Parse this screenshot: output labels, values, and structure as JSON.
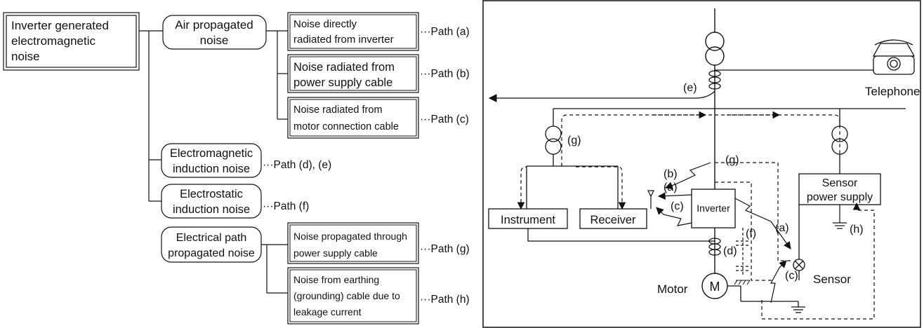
{
  "tree": {
    "root": [
      "Inverter generated",
      "electromagnetic",
      "noise"
    ],
    "categories": {
      "air": [
        "Air propagated",
        "noise"
      ],
      "em": [
        "Electromagnetic",
        "induction noise"
      ],
      "es": [
        "Electrostatic",
        "induction noise"
      ],
      "elec": [
        "Electrical path",
        "propagated noise"
      ]
    },
    "leaves": {
      "a": [
        "Noise directly",
        "radiated from inverter"
      ],
      "b": [
        "Noise radiated from",
        "power supply cable"
      ],
      "c": [
        "Noise radiated from",
        "motor connection cable"
      ],
      "g": [
        "Noise propagated through",
        "power supply cable"
      ],
      "h": [
        "Noise from earthing",
        "(grounding) cable due to",
        "leakage current"
      ]
    },
    "paths": {
      "a": "···Path (a)",
      "b": "···Path (b)",
      "c": "···Path (c)",
      "de": "···Path (d), (e)",
      "f": "···Path (f)",
      "g": "···Path (g)",
      "h": "···Path (h)"
    }
  },
  "circuit": {
    "telephone": "Telephone",
    "inverter": "Inverter",
    "instrument": "Instrument",
    "receiver": "Receiver",
    "sensor_power_supply": [
      "Sensor",
      "power supply"
    ],
    "sensor": "Sensor",
    "motor": "Motor",
    "motor_symbol": "M",
    "labels": {
      "a1": "(a)",
      "a2": "(a)",
      "b": "(b)",
      "c1": "(c)",
      "c2": "(c)",
      "d": "(d)",
      "e": "(e)",
      "f": "(f)",
      "g1": "(g)",
      "g2": "(g)",
      "h": "(h)"
    }
  }
}
